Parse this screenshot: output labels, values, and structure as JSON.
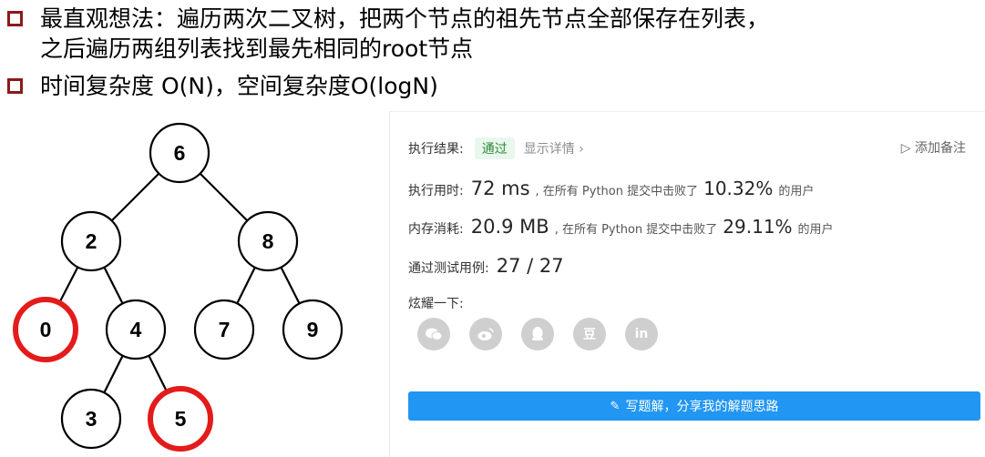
{
  "bullets": {
    "line1a": "最直观想法：遍历两次二叉树，把两个节点的祖先节点全部保存在列表，",
    "line1b": "之后遍历两组列表找到最先相同的root节点",
    "line2": "时间复杂度 O(N)，空间复杂度O(logN)"
  },
  "tree": {
    "nodes": [
      "6",
      "2",
      "8",
      "0",
      "4",
      "7",
      "9",
      "3",
      "5"
    ],
    "highlighted": [
      "0",
      "5"
    ],
    "highlight_color": "#e41b1b"
  },
  "result": {
    "status_label": "执行结果:",
    "status": "通过",
    "detail": "显示详情 ›",
    "add_note": "添加备注",
    "time_label": "执行用时:",
    "time_value": "72 ms",
    "time_desc": ", 在所有 Python 提交中击败了",
    "time_pct": "10.32%",
    "time_suffix": "的用户",
    "mem_label": "内存消耗:",
    "mem_value": "20.9 MB",
    "mem_desc": ", 在所有 Python 提交中击败了",
    "mem_pct": "29.11%",
    "mem_suffix": "的用户",
    "cases_label": "通过测试用例:",
    "cases_value": "27 / 27",
    "share_label": "炫耀一下:",
    "share_icons": [
      "wechat-icon",
      "weibo-icon",
      "qq-icon",
      "douban-icon",
      "linkedin-icon"
    ],
    "share_glyphs": [
      "",
      "",
      "",
      "豆",
      "in"
    ],
    "cta": "写题解，分享我的解题思路",
    "accent_color": "#2196f3",
    "pass_color": "#2e8b3d"
  }
}
